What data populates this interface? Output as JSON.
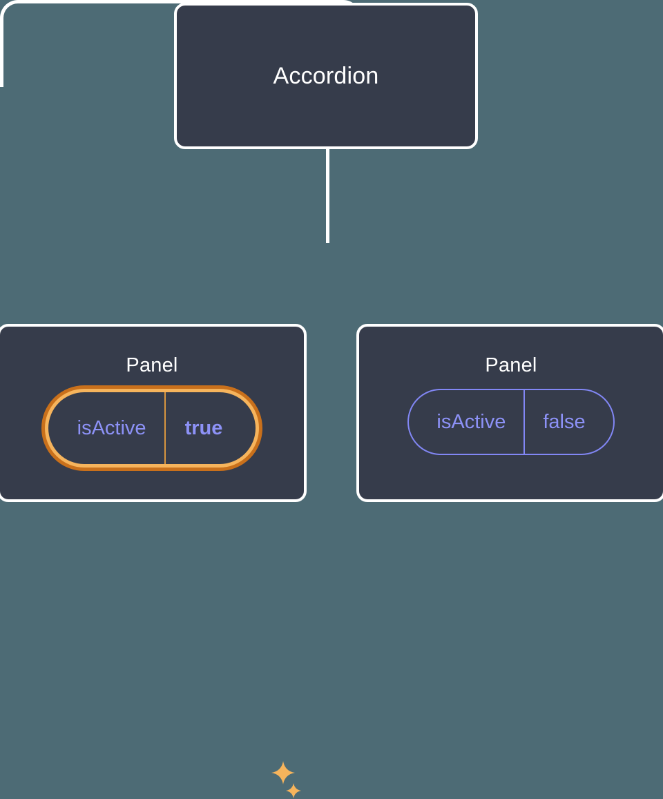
{
  "diagram": {
    "type": "component-tree",
    "background_color": "#4d6b75",
    "node_fill": "#363c4b",
    "node_border": "#ffffff",
    "edge_color": "#ffffff",
    "root": {
      "title": "Accordion"
    },
    "children": [
      {
        "title": "Panel",
        "highlighted": true,
        "prop": {
          "key": "isActive",
          "value": "true",
          "value_bold": true,
          "key_color": "#8d92f7",
          "value_color": "#8d92f7",
          "ring_outer_color": "#c9701b",
          "ring_inner_color": "#f6b45c"
        },
        "decoration": {
          "icon": "sparkles-icon",
          "color": "#f6b45c"
        }
      },
      {
        "title": "Panel",
        "highlighted": false,
        "prop": {
          "key": "isActive",
          "value": "false",
          "value_bold": false,
          "key_color": "#8d92f7",
          "value_color": "#8d92f7",
          "border_color": "#8287f5"
        }
      }
    ]
  }
}
